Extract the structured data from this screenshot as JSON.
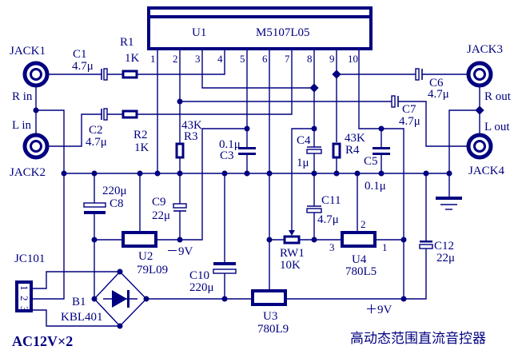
{
  "diagram": {
    "title": "高动态范围直流音控器",
    "supply": "AC12V×2"
  },
  "ic_u1": {
    "ref": "U1",
    "part": "M5107L05",
    "pins": [
      "1",
      "2",
      "3",
      "4",
      "5",
      "6",
      "7",
      "8",
      "9",
      "10"
    ]
  },
  "jacks": {
    "jack1": "JACK1",
    "jack2": "JACK2",
    "jack3": "JACK3",
    "jack4": "JACK4"
  },
  "signals": {
    "r_in": "R in",
    "l_in": "L in",
    "r_out": "R out",
    "l_out": "L out"
  },
  "capacitors": {
    "c1": {
      "ref": "C1",
      "value": "4.7μ"
    },
    "c2": {
      "ref": "C2",
      "value": "4.7μ"
    },
    "c3": {
      "ref": "C3",
      "value": "0.1μ"
    },
    "c4": {
      "ref": "C4",
      "value": "1μ"
    },
    "c5": {
      "ref": "C5",
      "value": "0.1μ"
    },
    "c6": {
      "ref": "C6",
      "value": "4.7μ"
    },
    "c7": {
      "ref": "C7",
      "value": "4.7μ"
    },
    "c8": {
      "ref": "C8",
      "value": "220μ"
    },
    "c9": {
      "ref": "C9",
      "value": "22μ"
    },
    "c10": {
      "ref": "C10",
      "value": "220μ"
    },
    "c11": {
      "ref": "C11",
      "value": "4.7μ"
    },
    "c12": {
      "ref": "C12",
      "value": "22μ"
    }
  },
  "resistors": {
    "r1": {
      "ref": "R1",
      "value": "1K"
    },
    "r2": {
      "ref": "R2",
      "value": "1K"
    },
    "r3": {
      "ref": "R3",
      "value": "43K"
    },
    "r4": {
      "ref": "R4",
      "value": "43K"
    }
  },
  "potentiometer": {
    "ref": "RW1",
    "value": "10K"
  },
  "regulators": {
    "u2": {
      "ref": "U2",
      "part": "79L09"
    },
    "u3": {
      "ref": "U3",
      "part": "780L9"
    },
    "u4": {
      "ref": "U4",
      "part": "780L5",
      "pins": {
        "in": "3",
        "gnd": "2",
        "out": "1"
      }
    }
  },
  "bridge": {
    "ref": "B1",
    "part": "KBL401"
  },
  "connector": {
    "ref": "JC101",
    "pins": [
      "1",
      "2",
      "3"
    ]
  },
  "rails": {
    "negative": "－9V",
    "positive": "＋9V"
  },
  "colors": {
    "ink": "#000080",
    "background": "#ffffff"
  }
}
